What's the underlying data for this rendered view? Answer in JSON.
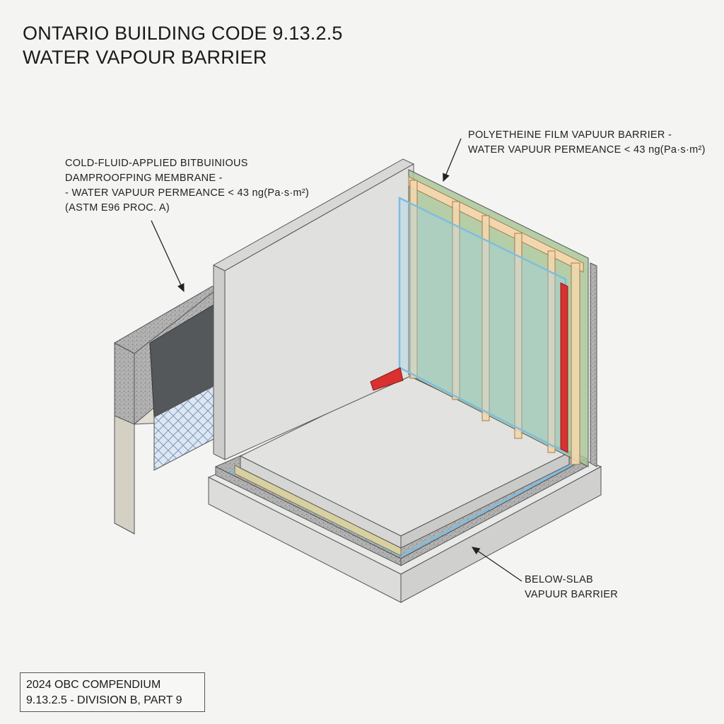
{
  "title": {
    "line1": "ONTARIO BUILDING CODE 9.13.2.5",
    "line2": "WATER VAPOUR BARRIER"
  },
  "labels": {
    "dampproofing": {
      "line1": "COLD-FLUID-APPLIED BITBUINIOUS",
      "line2": "DAMPROOFPING MEMBRANE -",
      "line3": "- WATER VAPUUR PERMEANCE < 43 ng(Pa·s·m²)",
      "line4": "(ASTM E96 PROC. A)"
    },
    "polyethylene": {
      "line1": "POLYETHEINE FILM VAPUUR BARRIER -",
      "line2": "WATER VAPUUR PERMEANCE < 43 ng(Pa·s·m²)"
    },
    "below_slab": {
      "line1": "BELOW-SLAB",
      "line2": "VAPUUR BARRIER"
    }
  },
  "footer": {
    "line1": "2024 OBC COMPENDIUM",
    "line2": "9.13.2.5 - DIVISION B, PART 9"
  },
  "colors": {
    "concrete": "#e2e2e1",
    "membrane": "#55585b",
    "vapour_barrier": "#9fd0ea",
    "insulation": "#a9c79a",
    "studs": "#f2d7ae",
    "sealant": "#d8312f",
    "gravel": "#a8a8a8",
    "insulation_board": "#d8d0a0"
  }
}
